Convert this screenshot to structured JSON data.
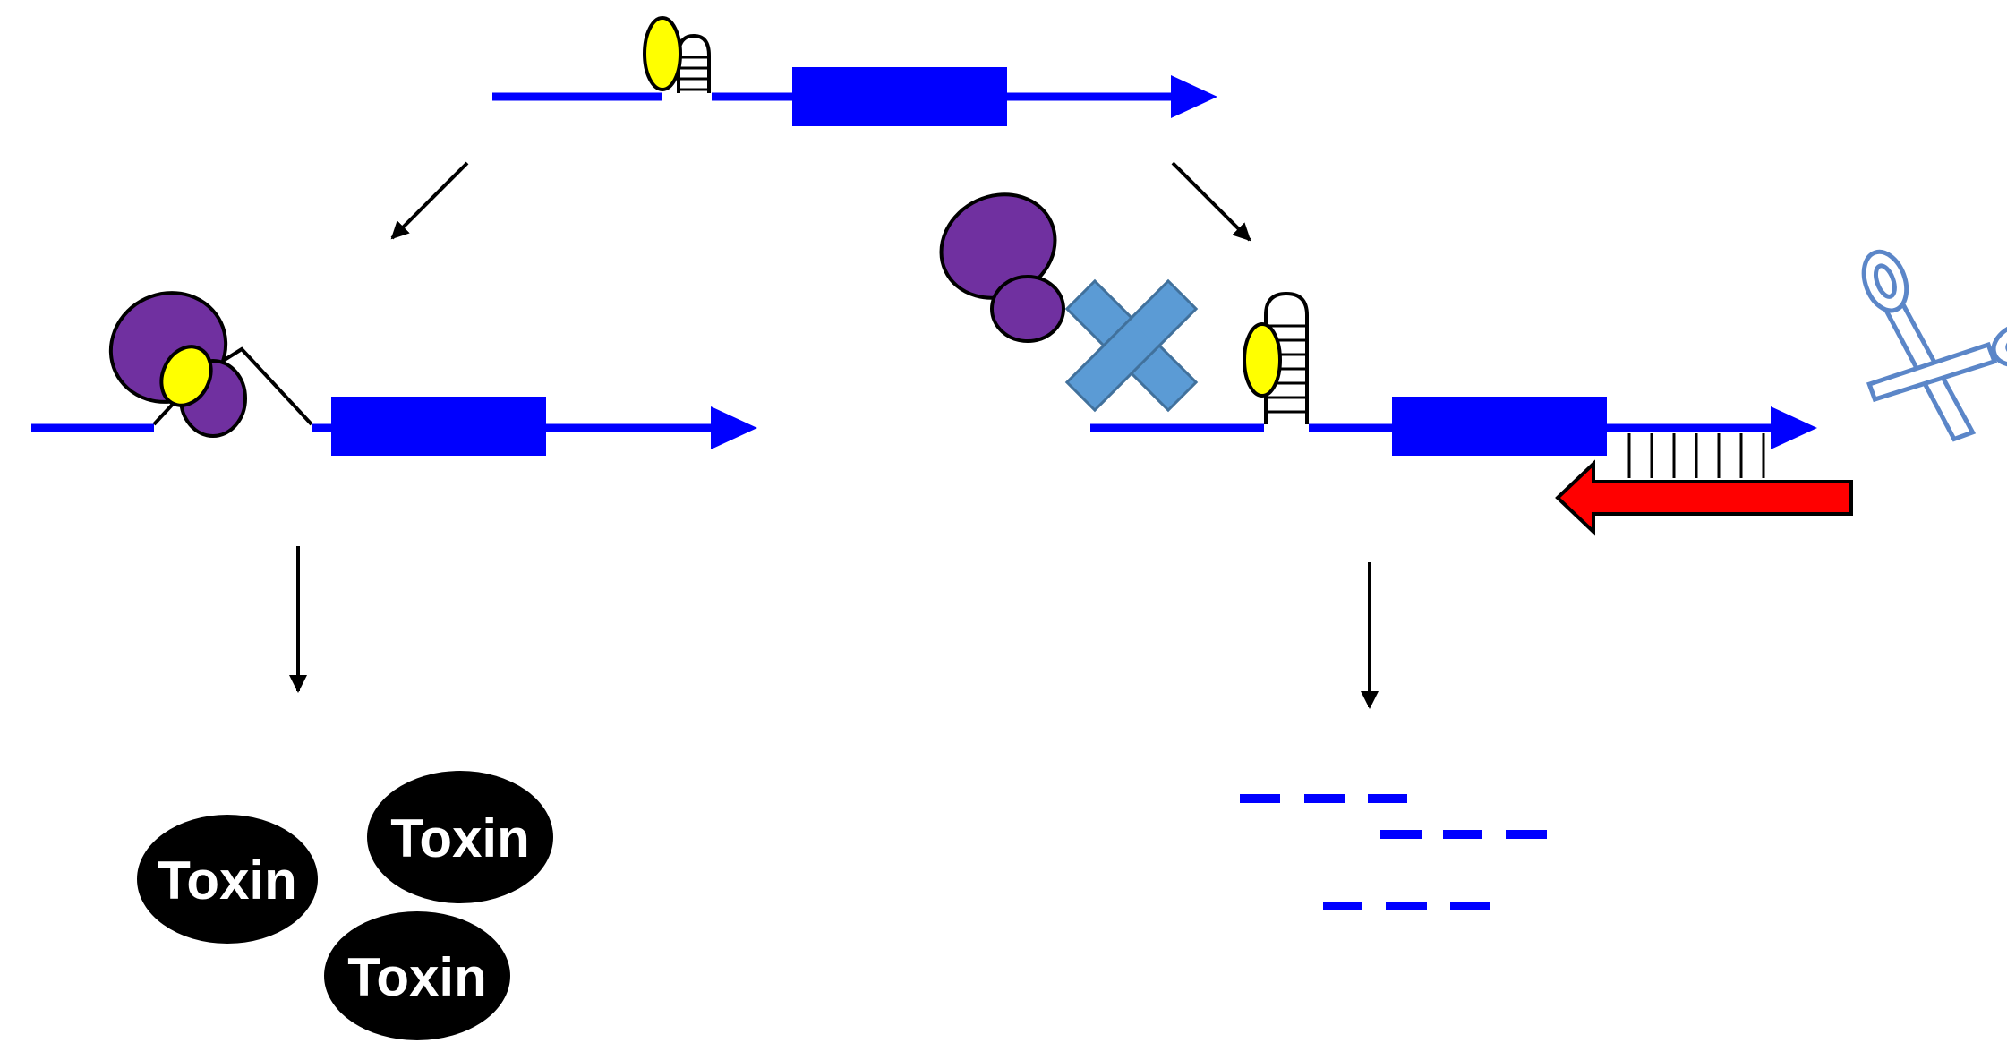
{
  "toxins": {
    "items": [
      {
        "label": "Toxin"
      },
      {
        "label": "Toxin"
      },
      {
        "label": "Toxin"
      }
    ]
  },
  "colors": {
    "mrna": "#0000ff",
    "ribosome": "#7030a0",
    "rbs": "#ffff00",
    "blocked_x": "#5b9bd5",
    "antisense_rna": "#ff0000",
    "scissors": "#5b86c8",
    "toxin": "#000000",
    "toxin_text": "#ffffff",
    "arrows": "#000000"
  },
  "icons": {
    "blocked": "x-mark-icon",
    "cleavage": "scissors-icon"
  }
}
